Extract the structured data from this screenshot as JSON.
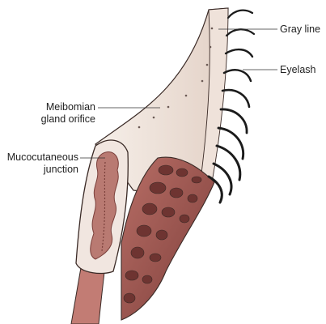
{
  "labels": {
    "gray_line": "Gray line",
    "eyelash": "Eyelash",
    "meibomian": [
      "Meibomian",
      "gland orifice"
    ],
    "mucocutaneous": [
      "Mucocutaneous",
      "junction"
    ]
  },
  "colors": {
    "outline": "#3a2a26",
    "skin": "#f4ece6",
    "skin_shade": "#e6d6cc",
    "conjunctiva": "#e9d3cc",
    "gland": "#9c5b55",
    "gland_fill": "#f1e6e0",
    "tarsus": "#a8655e",
    "muscle": "#8a4944",
    "lash": "#1b1b1b",
    "leader": "#333333"
  }
}
